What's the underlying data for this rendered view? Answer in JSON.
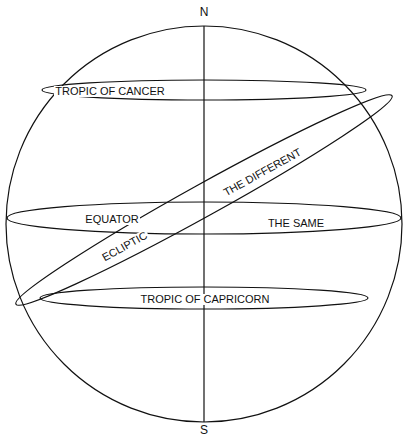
{
  "diagram": {
    "labels": [
      "N",
      "TROPIC OF CANCER",
      "EQUATOR",
      "THE SAME",
      "ECLIPTIC",
      "THE DIFFERENT",
      "TROPIC OF CAPRICORN",
      "S"
    ]
  }
}
